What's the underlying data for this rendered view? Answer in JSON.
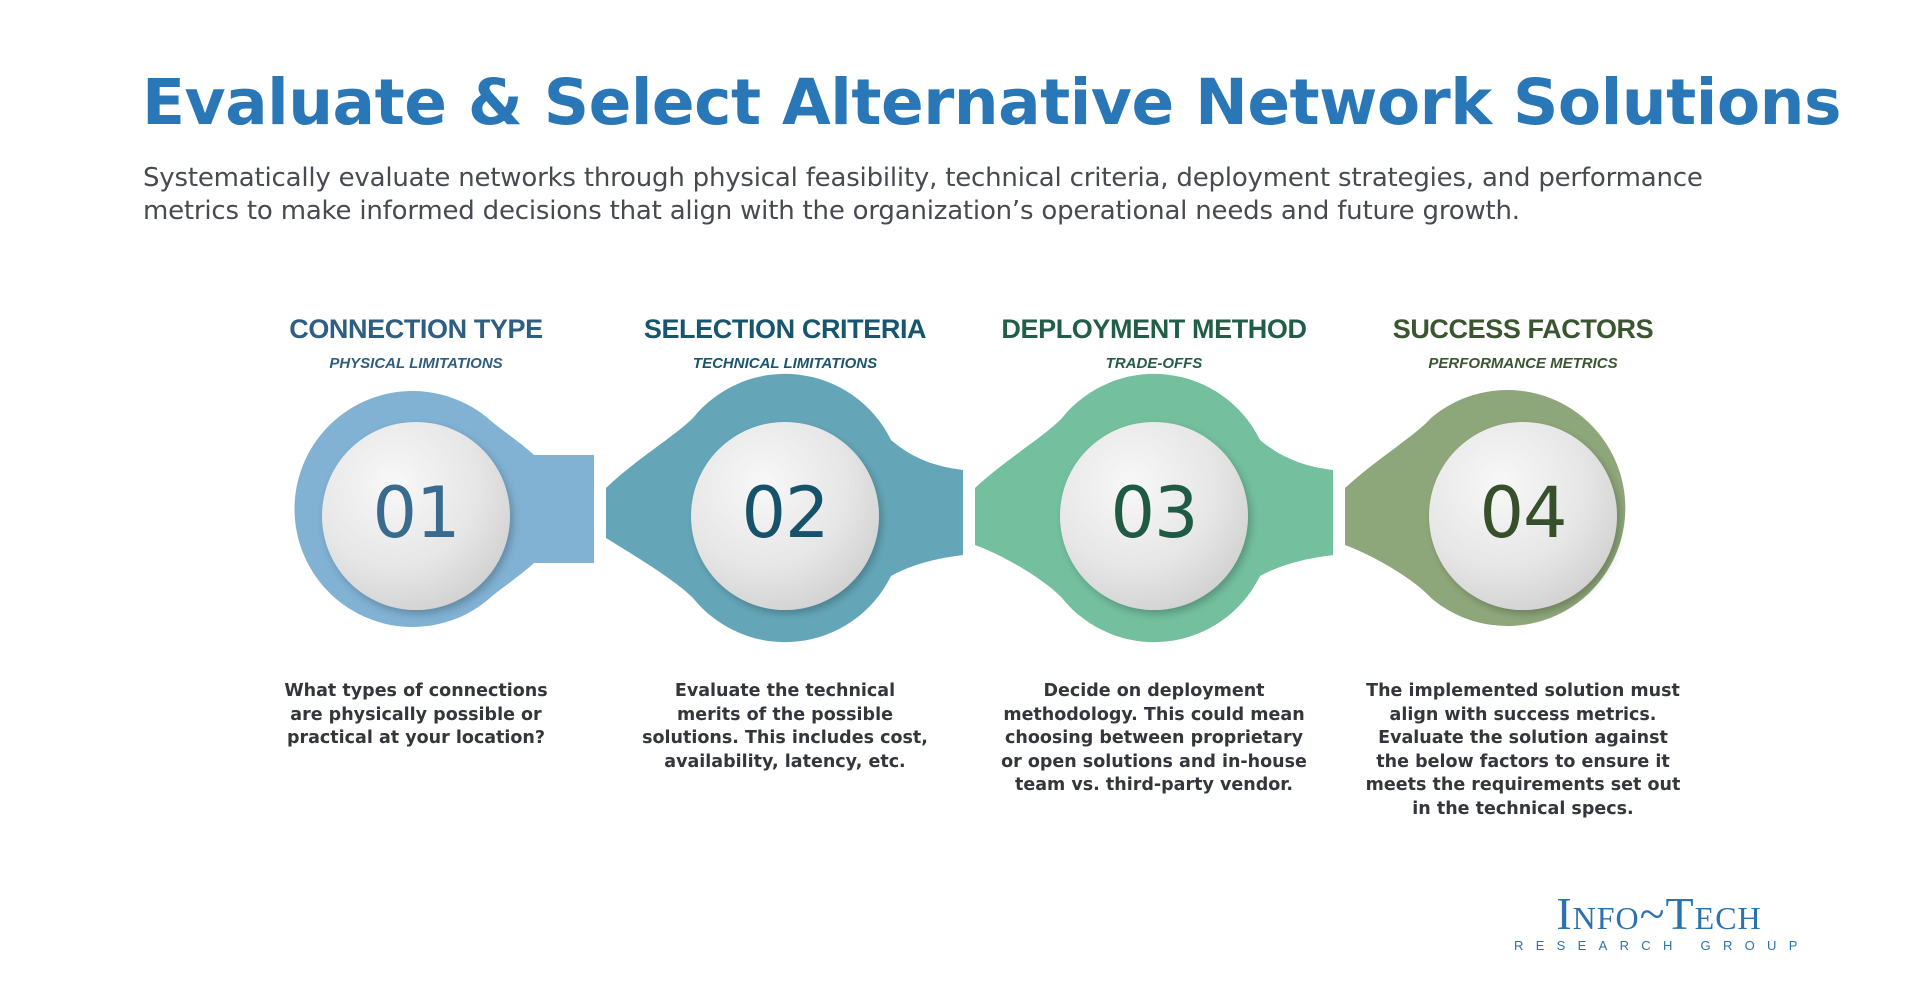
{
  "header": {
    "title": "Evaluate & Select Alternative Network Solutions",
    "subtitle_lines": [
      "Systematically evaluate networks through physical feasibility, technical criteria, deployment strategies, and performance",
      "metrics to make informed decisions that align with the organization’s operational needs and future growth."
    ]
  },
  "steps": [
    {
      "number": "01",
      "heading": "CONNECTION TYPE",
      "subheading": "PHYSICAL LIMITATIONS",
      "description_lines": [
        "What types of connections",
        "are physically possible or",
        "practical at your location?"
      ],
      "ring_color": "#81b1d3",
      "heading_color": "#2e5e80",
      "number_color": "#3a6b8e"
    },
    {
      "number": "02",
      "heading": "SELECTION CRITERIA",
      "subheading": "TECHNICAL LIMITATIONS",
      "description_lines": [
        "Evaluate the technical",
        "merits of the possible",
        "solutions. This includes cost,",
        "availability, latency, etc."
      ],
      "ring_color": "#64a6b8",
      "heading_color": "#17566e",
      "number_color": "#16526a"
    },
    {
      "number": "03",
      "heading": "DEPLOYMENT METHOD",
      "subheading": "TRADE-OFFS",
      "description_lines": [
        "Decide on deployment",
        "methodology. This could mean",
        "choosing between proprietary",
        "or open solutions and in-house",
        "team vs. third-party vendor."
      ],
      "ring_color": "#73bf9e",
      "heading_color": "#225e47",
      "number_color": "#1f5a42"
    },
    {
      "number": "04",
      "heading": "SUCCESS FACTORS",
      "subheading": "PERFORMANCE METRICS",
      "description_lines": [
        "The implemented solution must",
        "align with success metrics.",
        "Evaluate the solution against",
        "the below factors to ensure it",
        "meets the requirements set out",
        "in the technical specs."
      ],
      "ring_color": "#8ea77a",
      "heading_color": "#3a5530",
      "number_color": "#36502b"
    }
  ],
  "logo": {
    "name": "Info~Tech",
    "tagline": "RESEARCH GROUP"
  }
}
